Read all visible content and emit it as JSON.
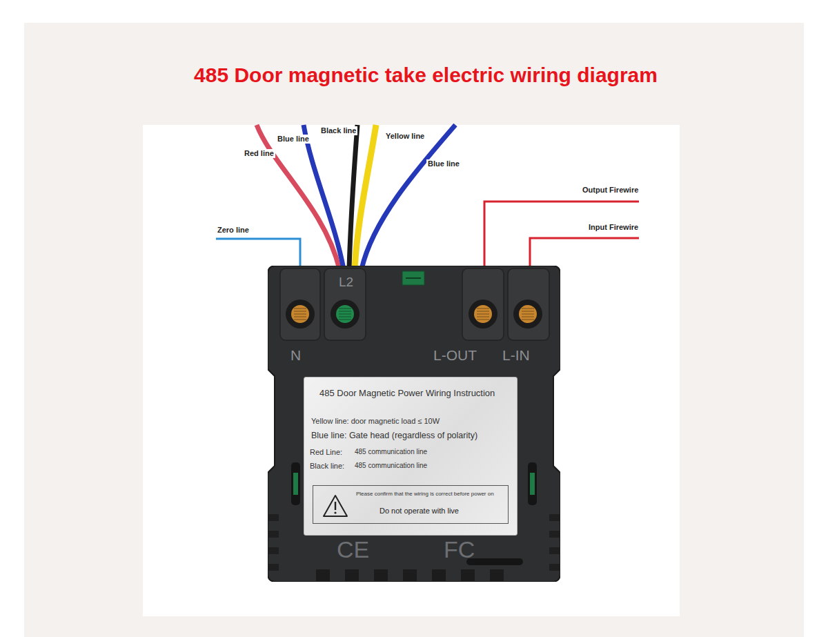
{
  "diagram": {
    "title": "485 Door magnetic take electric wiring diagram",
    "nodes": [
      {
        "text": [
          "L2",
          "N",
          "L-OUT",
          "L-IN",
          "CE",
          "FC"
        ]
      },
      {
        "text": [
          "485 Door Magnetic Power Wiring Instruction",
          "Yellow line: door magnetic load ≤ 10W",
          "Blue line: Gate head (regardless of polarity)",
          "Red Line:",
          "485 communication line",
          "Black line:",
          "485 communication line"
        ],
        "in": 0
      },
      {
        "text": [
          "Please confirm that the wiring is correct before power on",
          "Do not operate with live"
        ],
        "in": 1
      }
    ],
    "labels": [
      "Red line",
      "Blue line",
      "Black line",
      "Yellow line",
      "Blue line",
      "Zero line",
      "Output Firewire",
      "Input Firewire"
    ]
  }
}
